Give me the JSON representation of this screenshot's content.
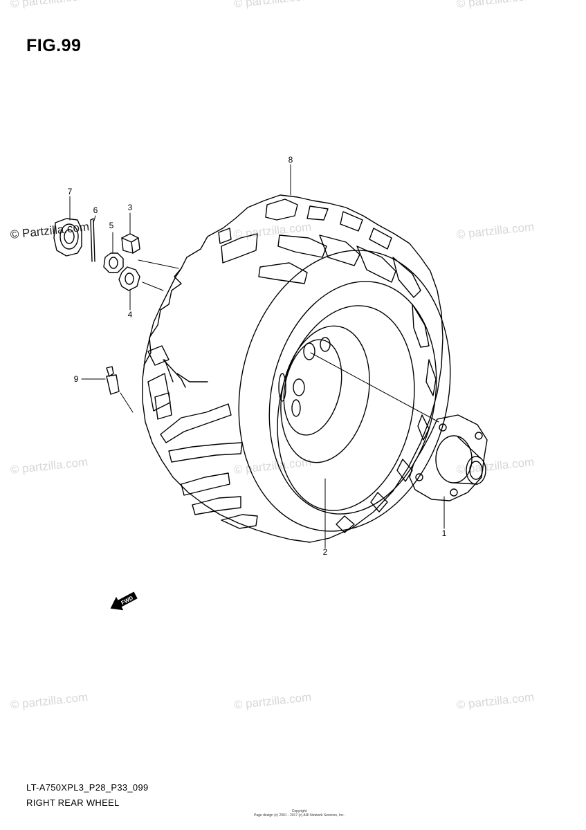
{
  "figure": {
    "title": "FIG.99"
  },
  "callouts": [
    "1",
    "2",
    "3",
    "4",
    "5",
    "6",
    "7",
    "8",
    "9"
  ],
  "fwd_label": "FWD",
  "watermark_text": "© Partzilla.com",
  "watermark_text_lower": "© partzilla.com",
  "footer": {
    "code": "LT-A750XPL3_P28_P33_099",
    "name": "RIGHT REAR WHEEL"
  },
  "copyright": {
    "line1": "Copyright",
    "line2": "Page design (c) 2001 - 2017 (c) ARI Network Services, Inc."
  }
}
